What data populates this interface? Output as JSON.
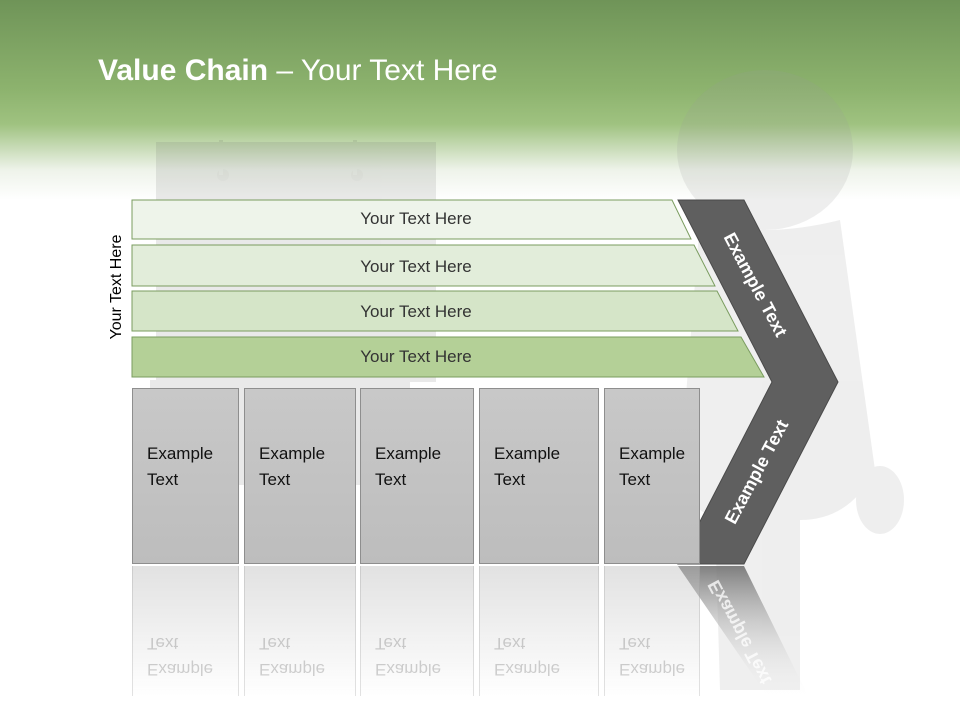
{
  "title": {
    "bold": "Value Chain",
    "rest": " – Your Text Here"
  },
  "side_label": "Your Text Here",
  "rows": [
    {
      "label": "Your Text Here"
    },
    {
      "label": "Your Text Here"
    },
    {
      "label": "Your Text Here"
    },
    {
      "label": "Your Text Here"
    }
  ],
  "boxes": [
    {
      "line1": "Example",
      "line2": "Text"
    },
    {
      "line1": "Example",
      "line2": "Text"
    },
    {
      "line1": "Example",
      "line2": "Text"
    },
    {
      "line1": "Example",
      "line2": "Text"
    },
    {
      "line1": "Example",
      "line2": "Text"
    }
  ],
  "chevron": {
    "top_text": "Example Text",
    "bottom_text": "Example Text"
  },
  "colors": {
    "header_green": "#8db36e",
    "row_fills": [
      "#eef4ea",
      "#e2edda",
      "#d5e5c8",
      "#b4d097"
    ],
    "row_border": "#7a9c5f",
    "chevron_gray": "#5f5f5f",
    "box_gray": "#c4c4c4"
  }
}
